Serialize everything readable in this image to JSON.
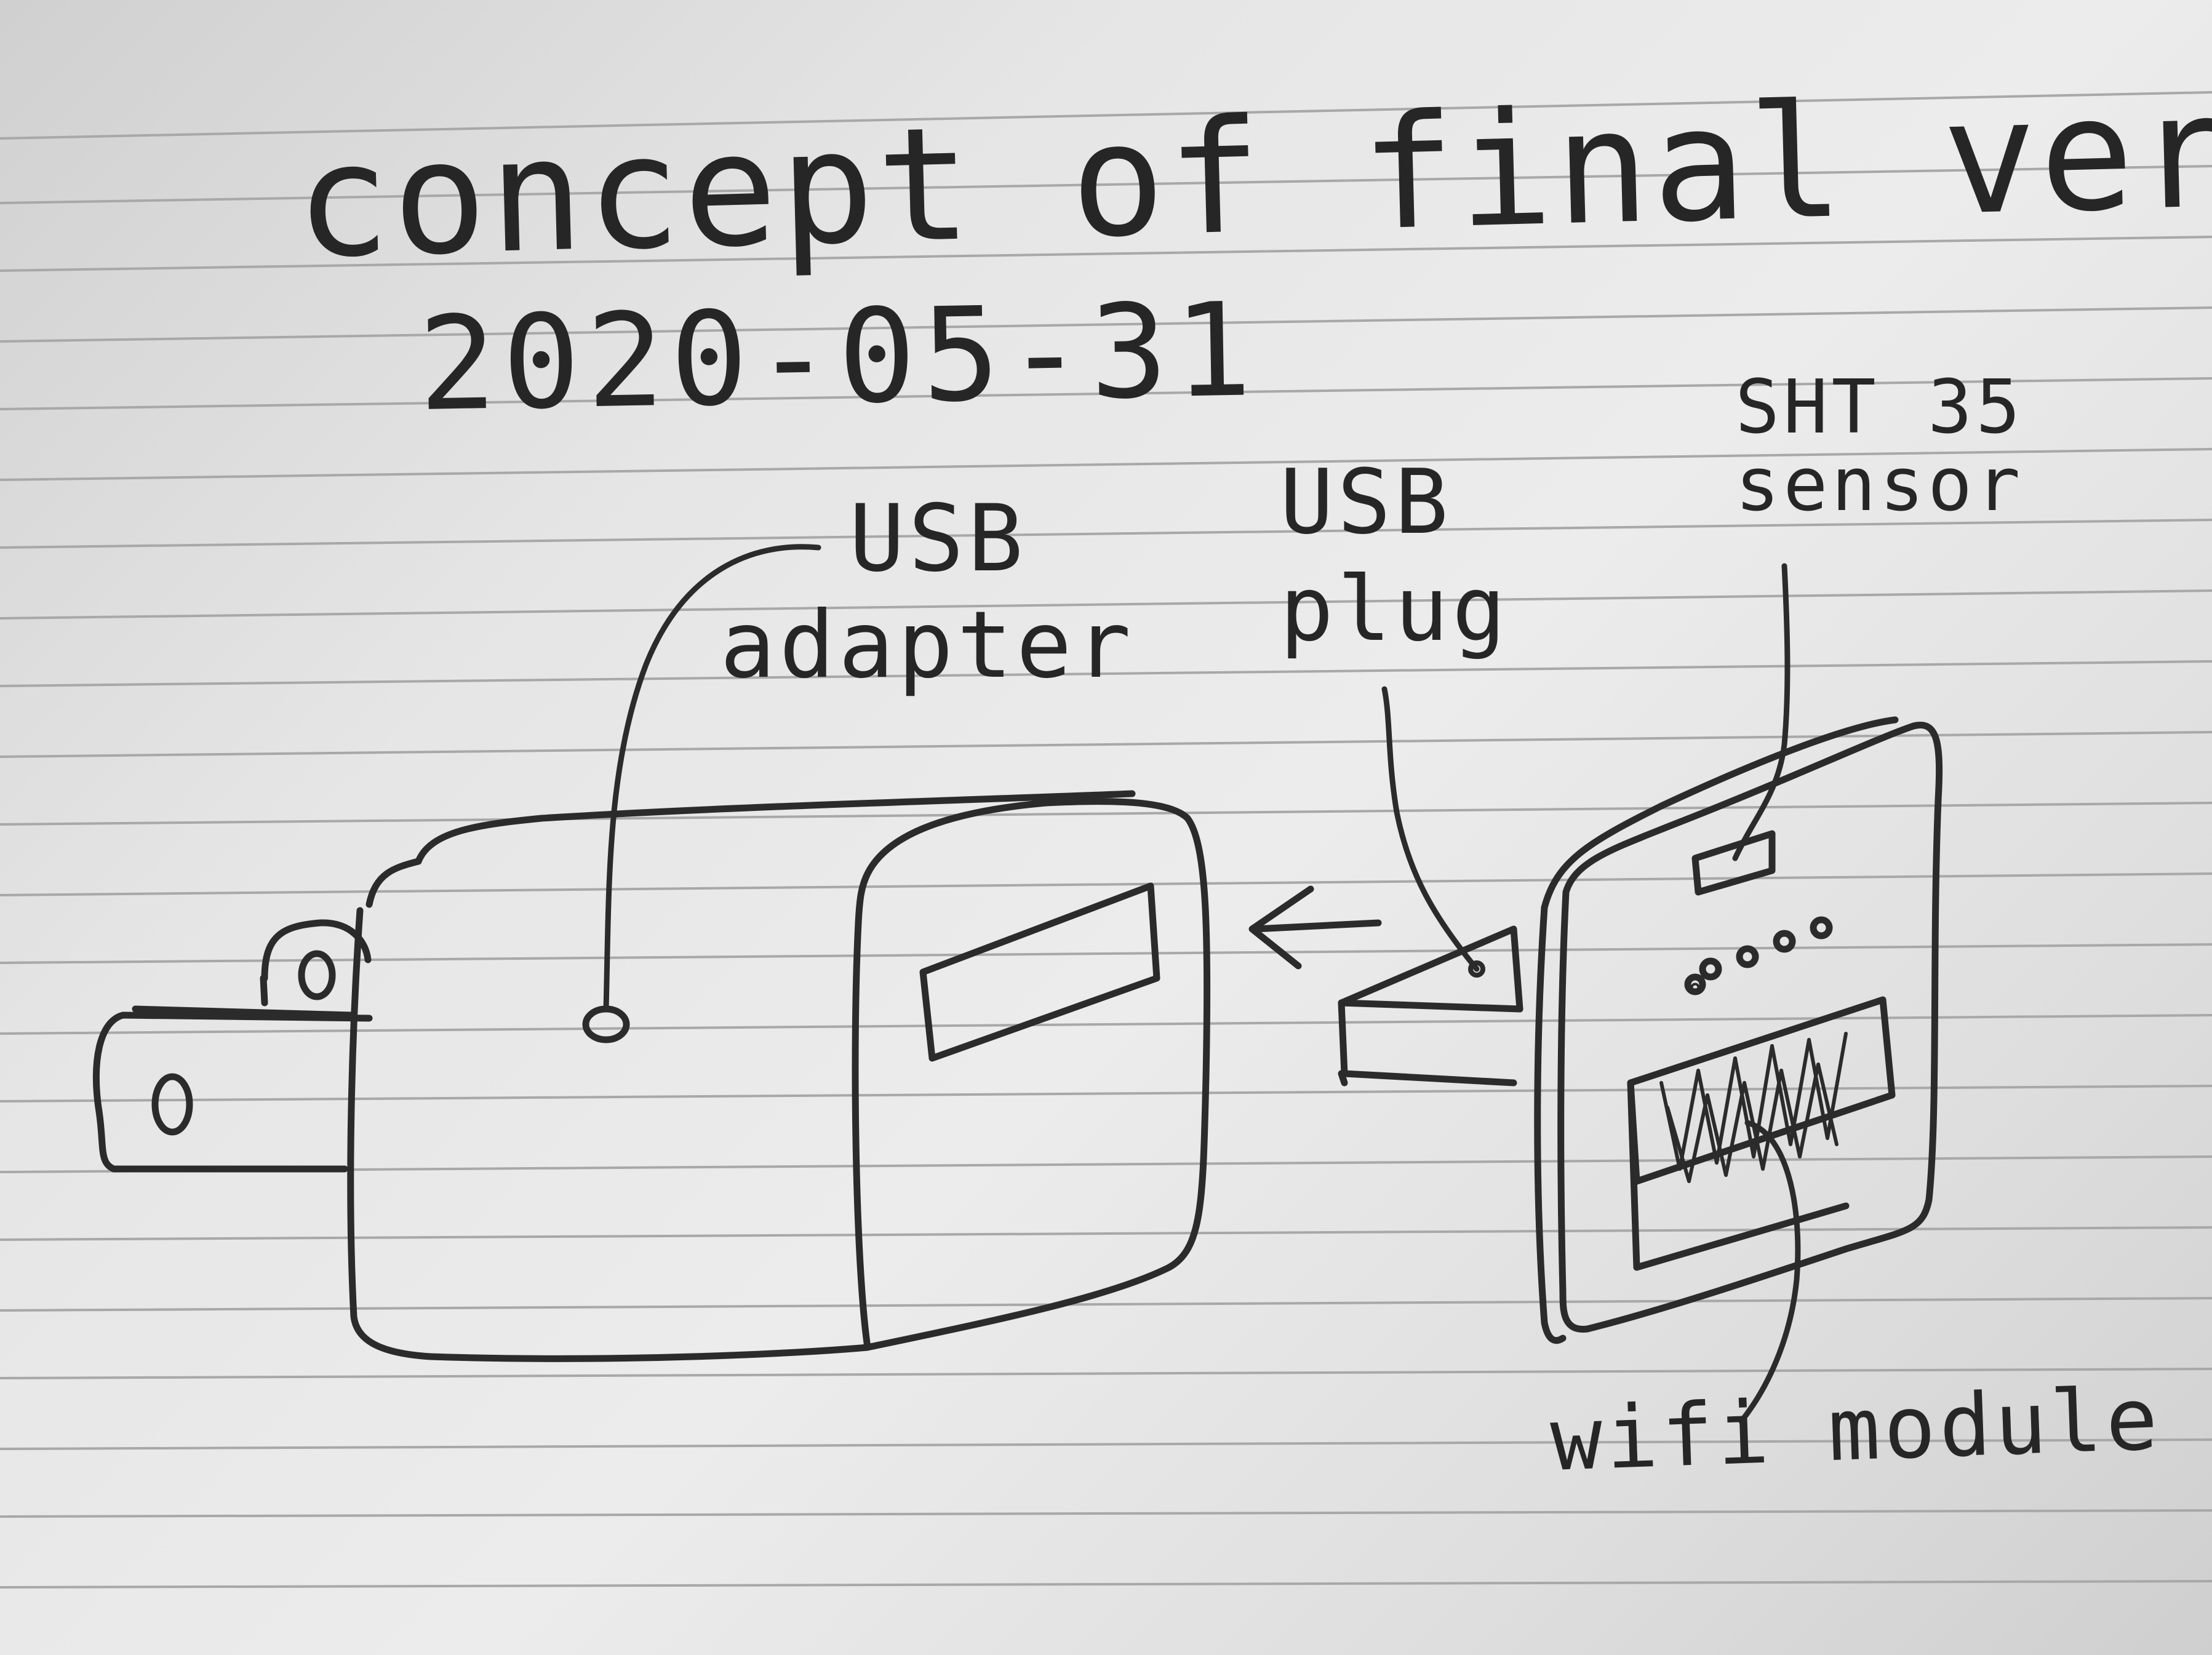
{
  "title": {
    "line1": "concept of final version",
    "line2": "2020-05-31"
  },
  "labels": {
    "usb_adapter": {
      "line1": "USB",
      "line2": "adapter"
    },
    "usb_plug": {
      "line1": "USB",
      "line2": "plug"
    },
    "sensor": {
      "line1": "SHT 35",
      "line2": "sensor"
    },
    "wifi_module": "wifi module"
  },
  "colors": {
    "ink": "#2b2b2b",
    "paper": "#e4e4e4",
    "rule_line": "#a9a9a9"
  }
}
